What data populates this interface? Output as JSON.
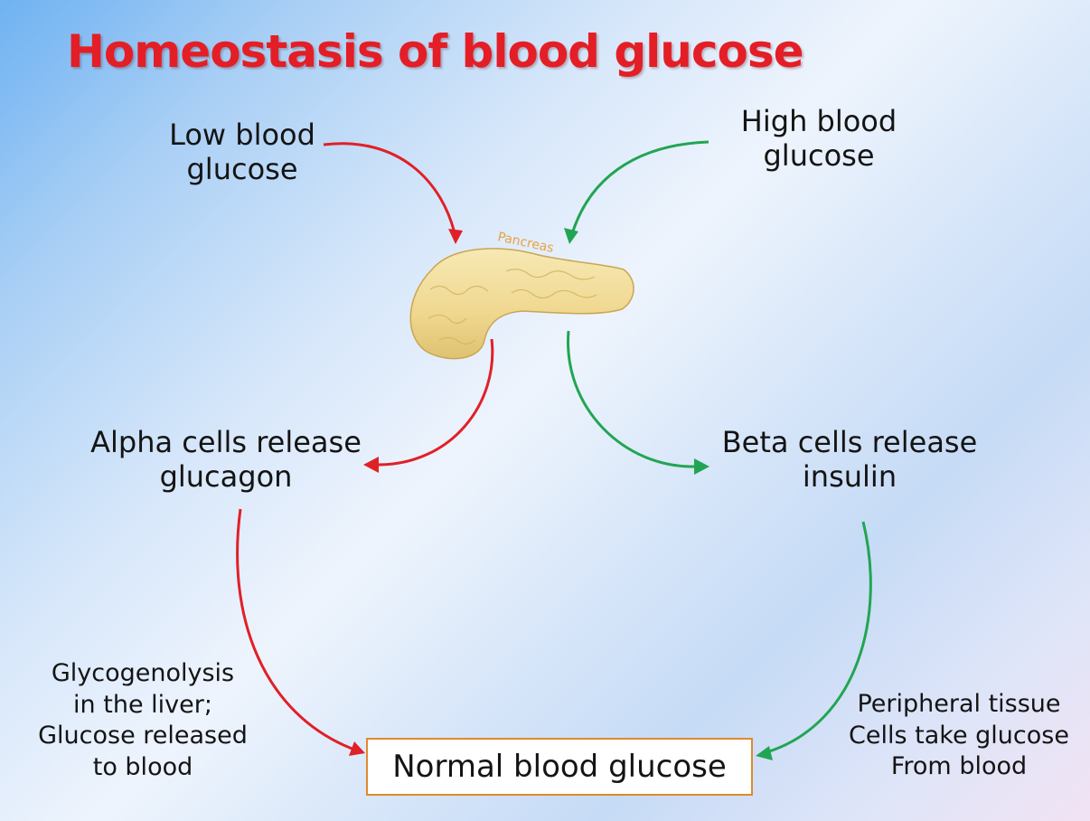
{
  "title": "Homeostasis of blood glucose",
  "organ": {
    "label": "Pancreas"
  },
  "stimuli": {
    "low": {
      "lines": [
        "Low blood",
        "glucose"
      ]
    },
    "high": {
      "lines": [
        "High blood",
        "glucose"
      ]
    }
  },
  "responses": {
    "alpha": {
      "lines": [
        "Alpha cells release",
        "glucagon"
      ]
    },
    "beta": {
      "lines": [
        "Beta cells release",
        "insulin"
      ]
    }
  },
  "effects": {
    "liver": {
      "lines": [
        "Glycogenolysis",
        "in the liver;",
        "Glucose released",
        "to blood"
      ]
    },
    "peripheral": {
      "lines": [
        "Peripheral tissue",
        "Cells take glucose",
        "From blood"
      ]
    }
  },
  "outcome": {
    "label": "Normal blood glucose"
  },
  "colors": {
    "title": "#e41e26",
    "glucagon_path": "#e02027",
    "insulin_path": "#22a552",
    "outcome_border": "#e08a2a",
    "organ_fill": "#f1dc98",
    "organ_label": "#e8a23e"
  }
}
